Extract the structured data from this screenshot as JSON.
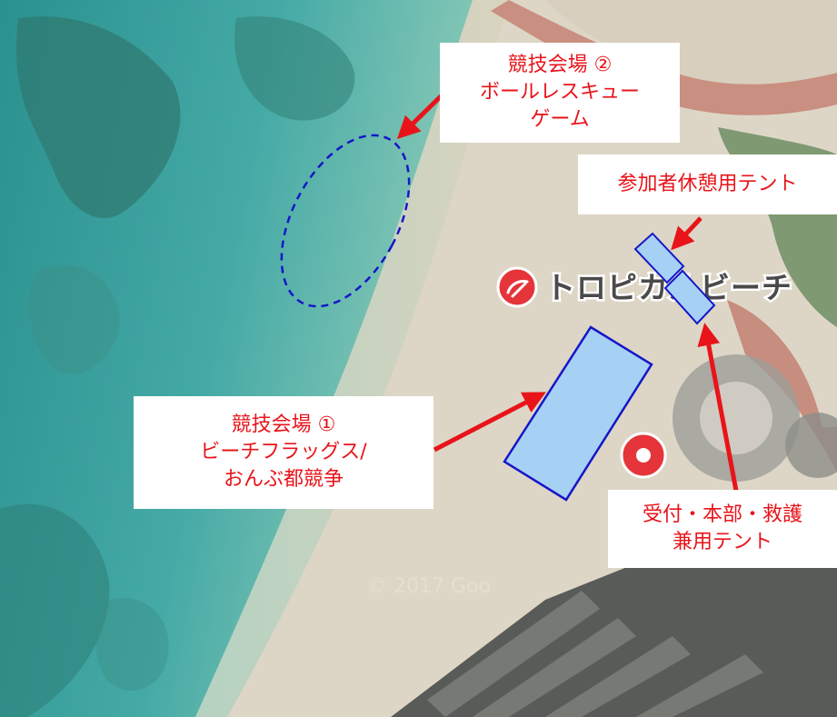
{
  "map": {
    "poi_label": "トロピカルビーチ",
    "poi_icon": "beach-pin-icon",
    "watermark": "© 2017 Goo"
  },
  "callouts": {
    "venue2": {
      "line1": "競技会場 ②",
      "line2": "ボールレスキュー",
      "line3": "ゲーム"
    },
    "rest_tent": {
      "line1": "参加者休憩用テント"
    },
    "venue1": {
      "line1": "競技会場 ①",
      "line2": "ビーチフラッグス/",
      "line3": "おんぶ都競争"
    },
    "reception_tent": {
      "line1": "受付・本部・救護",
      "line2": "兼用テント"
    }
  },
  "colors": {
    "annotation_red": "#e8141a",
    "area_fill": "#a7d0f5",
    "area_stroke": "#1616c8",
    "sea": "#3aa3a0",
    "sand": "#ddd6c6"
  }
}
